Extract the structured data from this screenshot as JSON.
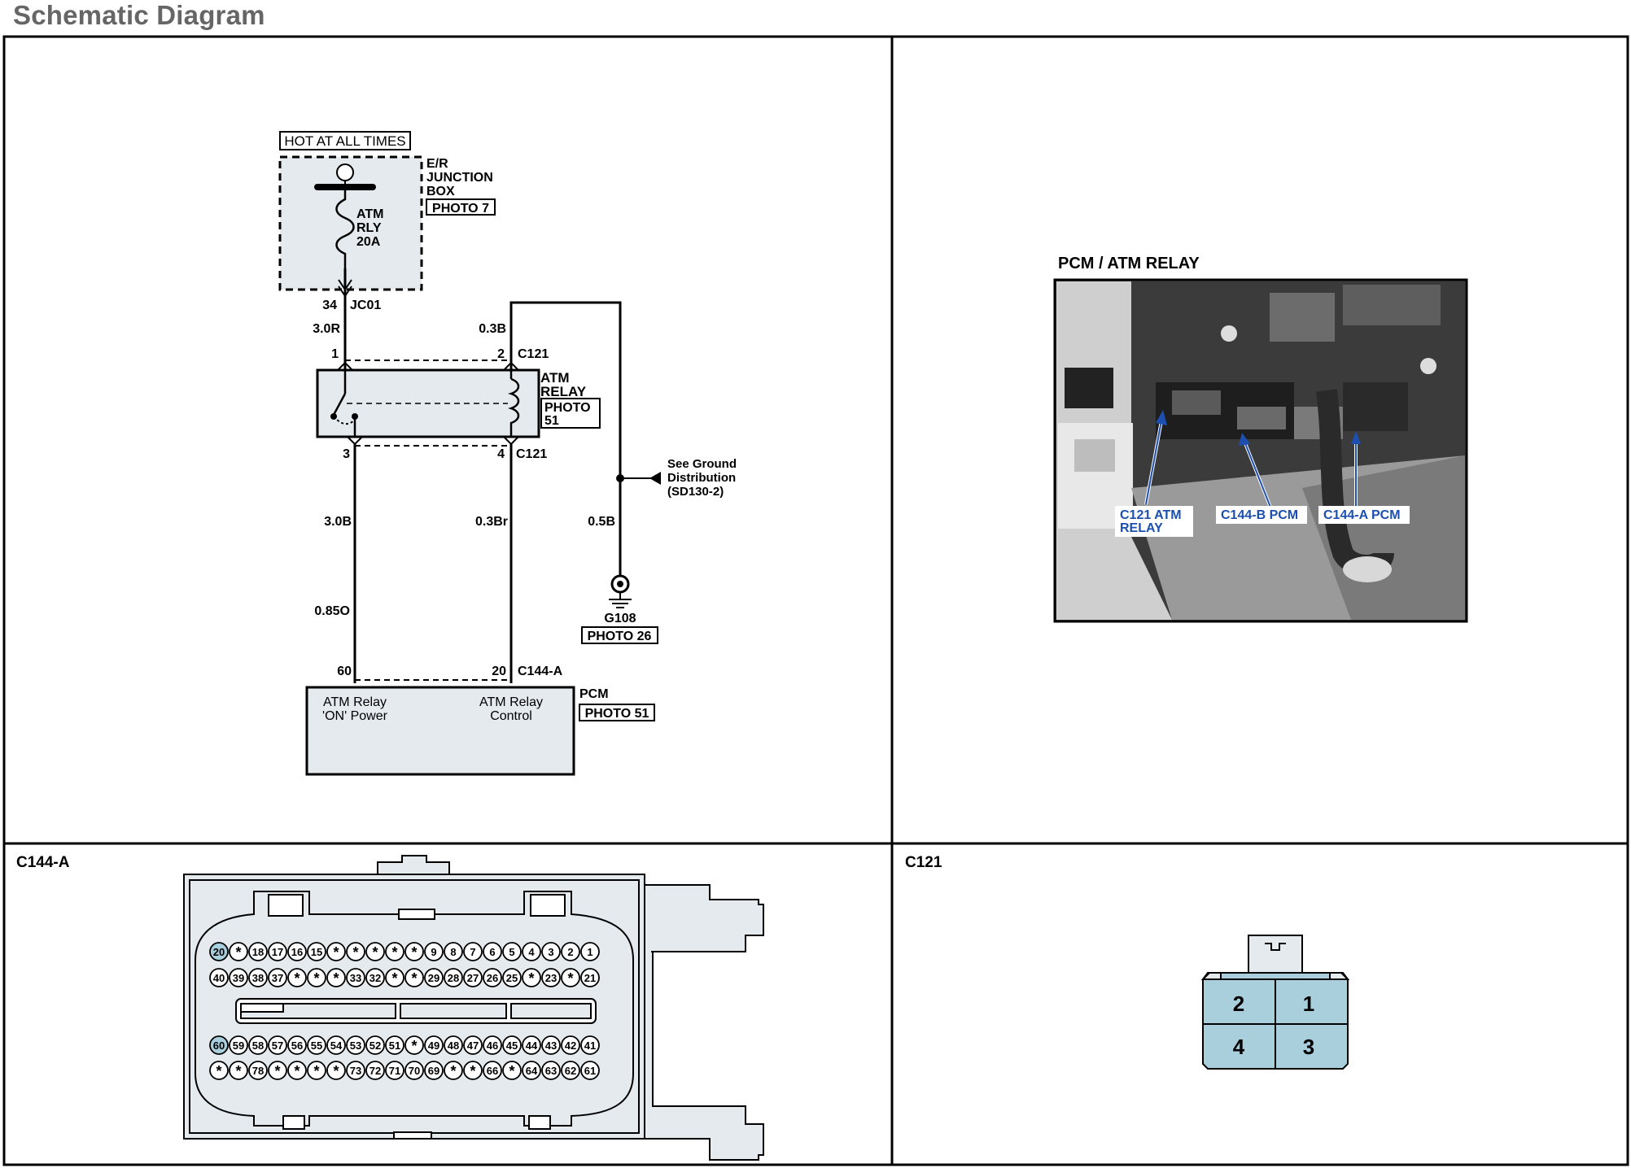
{
  "page_title": "Schematic Diagram",
  "schematic": {
    "hot_label": "HOT AT ALL TIMES",
    "junction_box": {
      "line1": "E/R",
      "line2": "JUNCTION",
      "line3": "BOX",
      "photo": "PHOTO 7"
    },
    "fuse": {
      "line1": "ATM",
      "line2": "RLY",
      "line3": "20A"
    },
    "jc_pin": "34",
    "jc_connector": "JC01",
    "wire_30R": "3.0R",
    "wire_03B_top": "0.3B",
    "relay_pin1": "1",
    "relay_pin2": "2",
    "relay_pin3": "3",
    "relay_pin4": "4",
    "connector_c121_top": "C121",
    "connector_c121_bottom": "C121",
    "relay_label_1": "ATM",
    "relay_label_2": "RELAY",
    "relay_photo_1": "PHOTO",
    "relay_photo_2": "51",
    "ground_note_1": "See Ground",
    "ground_note_2": "Distribution",
    "ground_note_3": "(SD130-2)",
    "wire_30B": "3.0B",
    "wire_03Br": "0.3Br",
    "wire_05B": "0.5B",
    "wire_085O": "0.85O",
    "ground_id": "G108",
    "ground_photo": "PHOTO 26",
    "pcm_pin60": "60",
    "pcm_pin20": "20",
    "pcm_connector": "C144-A",
    "pcm_label": "PCM",
    "pcm_photo": "PHOTO 51",
    "pcm_func1_line1": "ATM Relay",
    "pcm_func1_line2": "'ON' Power",
    "pcm_func2_line1": "ATM Relay",
    "pcm_func2_line2": "Control"
  },
  "photo_panel": {
    "title": "PCM / ATM RELAY",
    "callouts": [
      {
        "line1": "C121 ATM",
        "line2": "RELAY"
      },
      {
        "line1": "C144-B PCM",
        "line2": ""
      },
      {
        "line1": "C144-A PCM",
        "line2": ""
      }
    ]
  },
  "connector_c144a": {
    "label": "C144-A",
    "rows": [
      [
        "20",
        "*",
        "18",
        "17",
        "16",
        "15",
        "*",
        "*",
        "*",
        "*",
        "*",
        "9",
        "8",
        "7",
        "6",
        "5",
        "4",
        "3",
        "2",
        "1"
      ],
      [
        "40",
        "39",
        "38",
        "37",
        "*",
        "*",
        "*",
        "33",
        "32",
        "*",
        "*",
        "29",
        "28",
        "27",
        "26",
        "25",
        "*",
        "23",
        "*",
        "21"
      ],
      [
        "60",
        "59",
        "58",
        "57",
        "56",
        "55",
        "54",
        "53",
        "52",
        "51",
        "*",
        "49",
        "48",
        "47",
        "46",
        "45",
        "44",
        "43",
        "42",
        "41"
      ],
      [
        "*",
        "*",
        "78",
        "*",
        "*",
        "*",
        "*",
        "73",
        "72",
        "71",
        "70",
        "69",
        "*",
        "*",
        "66",
        "*",
        "64",
        "63",
        "62",
        "61"
      ]
    ],
    "highlighted": [
      "20",
      "60"
    ]
  },
  "connector_c121": {
    "label": "C121",
    "pins": [
      "2",
      "1",
      "4",
      "3"
    ]
  },
  "colors": {
    "panel_fill": "#e4eaee",
    "pin_fill": "#a9cfdd",
    "callout_text": "#1d4fb0"
  }
}
